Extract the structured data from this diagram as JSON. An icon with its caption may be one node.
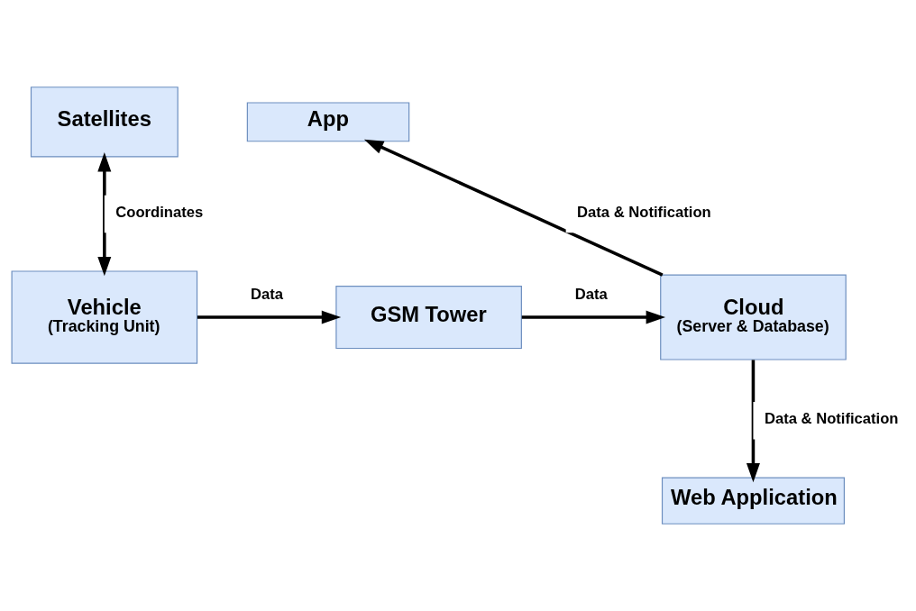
{
  "diagram": {
    "nodes": [
      {
        "text": [
          "Satellites"
        ]
      },
      {
        "text": [
          "App"
        ]
      },
      {
        "text": [
          "Vehicle",
          "(Tracking Unit)"
        ]
      },
      {
        "text": [
          "GSM Tower"
        ]
      },
      {
        "text": [
          "Cloud",
          "(Server & Database)"
        ]
      },
      {
        "text": [
          "Web Application"
        ]
      }
    ],
    "edges": [
      {
        "from": 0,
        "to": 2,
        "arrow": "both",
        "label": "Coordinates"
      },
      {
        "from": 2,
        "to": 3,
        "arrow": "to",
        "label": "Data"
      },
      {
        "from": 3,
        "to": 4,
        "arrow": "to",
        "label": "Data"
      },
      {
        "from": 4,
        "to": 1,
        "arrow": "to",
        "label": "Data & Notification"
      },
      {
        "from": 4,
        "to": 5,
        "arrow": "to",
        "label": "Data & Notification"
      }
    ]
  }
}
